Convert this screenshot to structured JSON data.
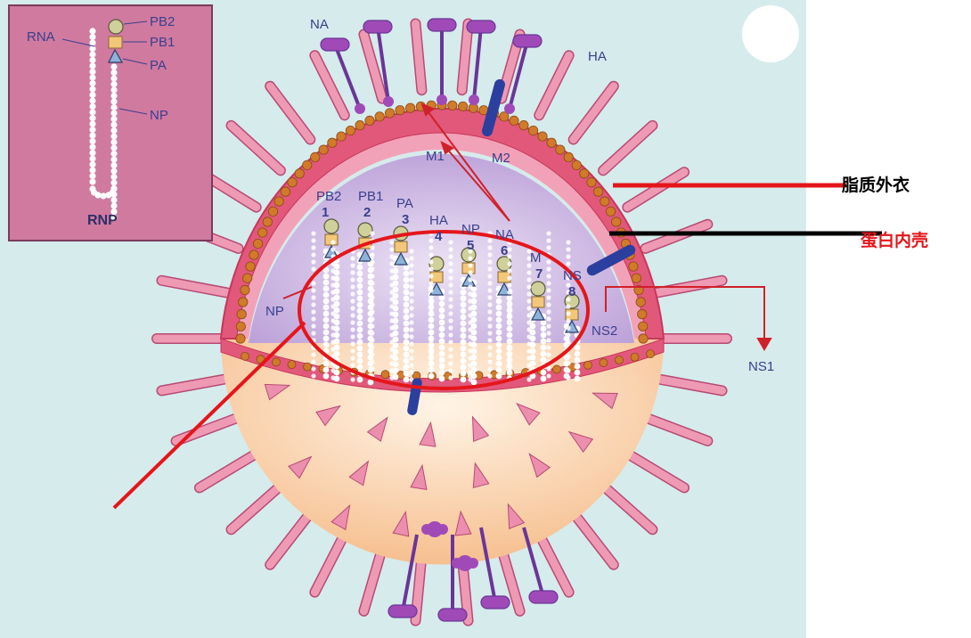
{
  "title_labels": {
    "na": "NA",
    "ha": "HA",
    "m1": "M1",
    "m2": "M2",
    "np": "NP",
    "ns2": "NS2",
    "ns1": "NS1"
  },
  "inset": {
    "rna": "RNA",
    "pb2": "PB2",
    "pb1": "PB1",
    "pa": "PA",
    "np": "NP",
    "rnp": "RNP"
  },
  "segments": [
    {
      "name": "PB2",
      "num": "1"
    },
    {
      "name": "PB1",
      "num": "2"
    },
    {
      "name": "PA",
      "num": "3"
    },
    {
      "name": "HA",
      "num": "4"
    },
    {
      "name": "NP",
      "num": "5"
    },
    {
      "name": "NA",
      "num": "6"
    },
    {
      "name": "M",
      "num": "7"
    },
    {
      "name": "NS",
      "num": "8"
    }
  ],
  "annotations": {
    "lipid_envelope": "脂质外衣",
    "protein_shell": "蛋白内壳"
  },
  "colors": {
    "background": "#d6ebec",
    "envelope": "#e2587a",
    "interior": "#c9b3dd",
    "lower_half": "#f7c9a0",
    "spike": "#e98aa6",
    "na_stalk": "#7a3fa0",
    "na_head": "#a04ab8",
    "m2": "#2a3f9e",
    "bead": "#d07a2a",
    "annotation_red": "#e4161b",
    "annotation_black": "#000000"
  }
}
